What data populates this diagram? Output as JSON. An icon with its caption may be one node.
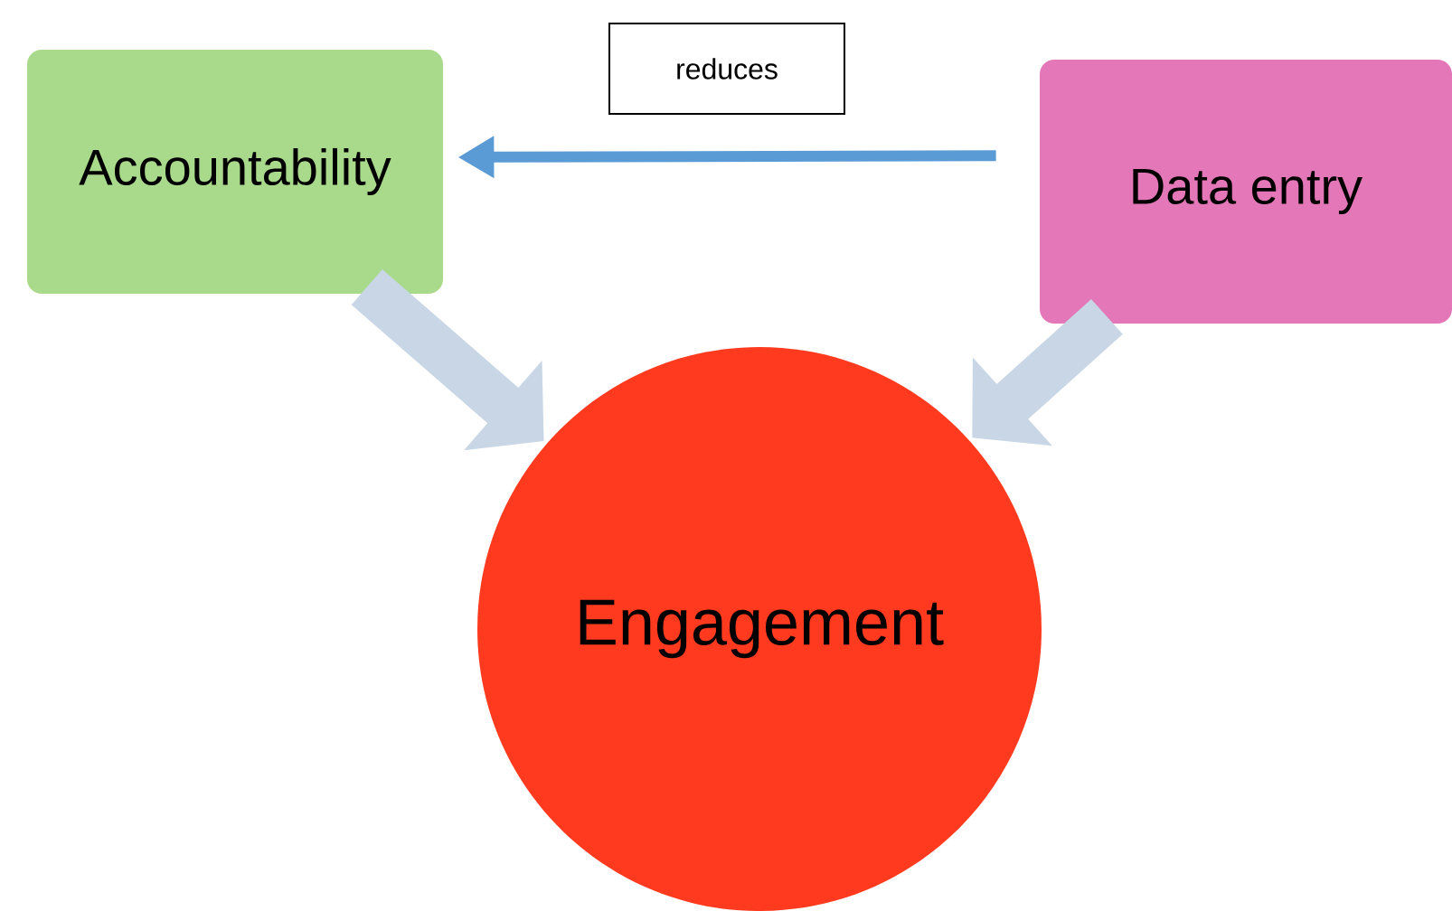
{
  "diagram": {
    "nodes": [
      {
        "text": [
          "Accountability"
        ]
      },
      {
        "text": [
          "Data entry"
        ]
      },
      {
        "text": [
          "Engagement"
        ]
      }
    ],
    "edges": [
      {
        "from": 1,
        "to": 0,
        "arrow": "to",
        "label": "reduces",
        "color": "#5b9bd5"
      },
      {
        "from": 0,
        "to": 2,
        "arrow": "to"
      },
      {
        "from": 1,
        "to": 2,
        "arrow": "to"
      }
    ]
  }
}
